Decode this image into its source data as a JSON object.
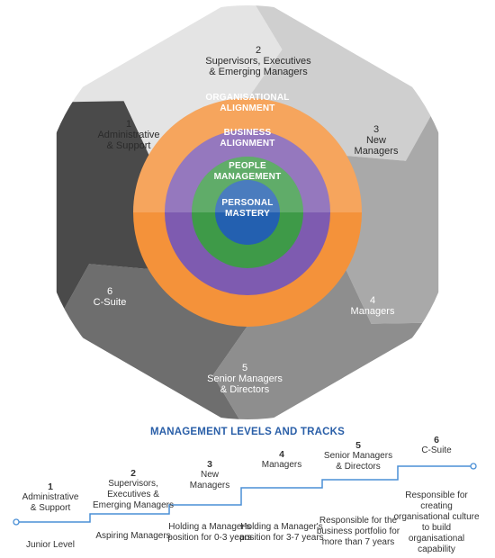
{
  "segments": [
    {
      "num": "1",
      "lines": [
        "Administrative",
        "& Support"
      ],
      "color": "#e4e4e4",
      "text_color": "#2b2b2b"
    },
    {
      "num": "2",
      "lines": [
        "Supervisors, Executives",
        "& Emerging Managers"
      ],
      "color": "#cfcfcf",
      "text_color": "#2b2b2b"
    },
    {
      "num": "3",
      "lines": [
        "New",
        "Managers"
      ],
      "color": "#a9a9a9",
      "text_color": "#2b2b2b"
    },
    {
      "num": "4",
      "lines": [
        "Managers"
      ],
      "color": "#8e8e8e",
      "text_color": "#ffffff"
    },
    {
      "num": "5",
      "lines": [
        "Senior Managers",
        "& Directors"
      ],
      "color": "#6e6e6e",
      "text_color": "#ffffff"
    },
    {
      "num": "6",
      "lines": [
        "C-Suite"
      ],
      "color": "#4a4a4a",
      "text_color": "#ffffff"
    }
  ],
  "rings": [
    {
      "lines": [
        "ORGANISATIONAL",
        "ALIGNMENT"
      ],
      "color": "#f4923a"
    },
    {
      "lines": [
        "BUSINESS",
        "ALIGNMENT"
      ],
      "color": "#7e5bb0"
    },
    {
      "lines": [
        "PEOPLE",
        "MANAGEMENT"
      ],
      "color": "#3e9a48"
    },
    {
      "lines": [
        "PERSONAL",
        "MASTERY"
      ],
      "color": "#2360b0"
    }
  ],
  "tracks": {
    "title": "MANAGEMENT LEVELS AND TRACKS",
    "line_color": "#4a8fd6",
    "levels": [
      {
        "num": "1",
        "label_lines": [
          "Administrative",
          "& Support"
        ],
        "description": "Junior Level"
      },
      {
        "num": "2",
        "label_lines": [
          "Supervisors,",
          "Executives &",
          "Emerging Managers"
        ],
        "description": "Aspiring Managers"
      },
      {
        "num": "3",
        "label_lines": [
          "New",
          "Managers"
        ],
        "description": "Holding a Manager's position for 0-3 years"
      },
      {
        "num": "4",
        "label_lines": [
          "Managers"
        ],
        "description": "Holding a Manager's position for 3-7 years"
      },
      {
        "num": "5",
        "label_lines": [
          "Senior Managers",
          "& Directors"
        ],
        "description": "Responsible for the business portfolio for more than 7 years"
      },
      {
        "num": "6",
        "label_lines": [
          "C-Suite"
        ],
        "description": "Responsible for creating organisational culture to build organisational capability"
      }
    ]
  }
}
